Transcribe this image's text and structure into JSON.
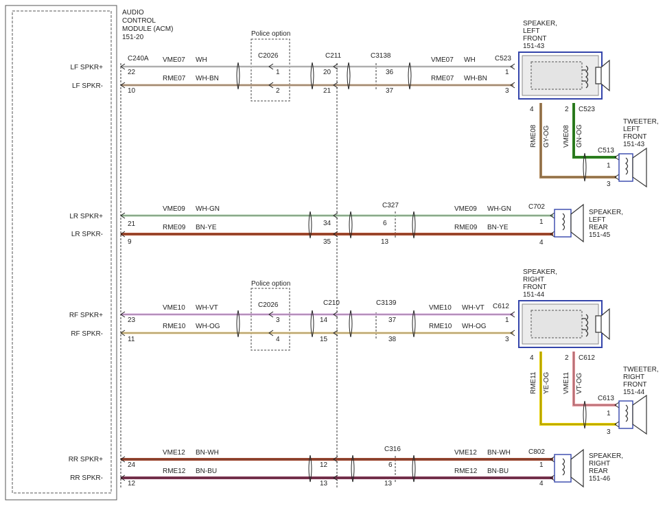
{
  "module": {
    "title_lines": [
      "AUDIO",
      "CONTROL",
      "MODULE (ACM)",
      "151-20"
    ],
    "pins": [
      {
        "label": "LF SPKR+"
      },
      {
        "label": "LF SPKR-"
      },
      {
        "label": "LR SPKR+"
      },
      {
        "label": "LR SPKR-"
      },
      {
        "label": "RF SPKR+"
      },
      {
        "label": "RF SPKR-"
      },
      {
        "label": "RR SPKR+"
      },
      {
        "label": "RR SPKR-"
      }
    ],
    "connector": "C240A",
    "pin_numbers": [
      "22",
      "10",
      "21",
      "9",
      "23",
      "11",
      "24",
      "12"
    ]
  },
  "police": [
    {
      "label": "Police option",
      "connector": "C2026",
      "pins": [
        "1",
        "2"
      ]
    },
    {
      "label": "Police option",
      "connector": "C2026",
      "pins": [
        "3",
        "4"
      ]
    }
  ],
  "connectors": {
    "c211": {
      "name": "C211",
      "pins": [
        "20",
        "21"
      ]
    },
    "c3138": {
      "name": "C3138",
      "pins": [
        "36",
        "37"
      ]
    },
    "c523": {
      "name": "C523",
      "pins": [
        "1",
        "3"
      ]
    },
    "c327": {
      "name": "C327",
      "pins": [
        "6",
        "13"
      ]
    },
    "c702": {
      "name": "C702",
      "pins": [
        "1",
        "4"
      ]
    },
    "c210": {
      "name": "C210",
      "pins": [
        "14",
        "15"
      ]
    },
    "c3139": {
      "name": "C3139",
      "pins": [
        "37",
        "38"
      ]
    },
    "c612": {
      "name": "C612",
      "pins": [
        "1",
        "3"
      ]
    },
    "c316": {
      "name": "C316",
      "pins": [
        "6",
        "13"
      ]
    },
    "c802": {
      "name": "C802",
      "pins": [
        "1",
        "4"
      ]
    },
    "c211b": {
      "pins": [
        "34",
        "35",
        "12",
        "13"
      ]
    },
    "c523b": {
      "name": "C523",
      "pins": [
        "4",
        "2"
      ]
    },
    "c612b": {
      "name": "C612",
      "pins": [
        "4",
        "2"
      ]
    },
    "c513": {
      "name": "C513",
      "pins": [
        "1",
        "3"
      ]
    },
    "c613": {
      "name": "C613",
      "pins": [
        "1",
        "3"
      ]
    }
  },
  "wires": {
    "lf_pos": {
      "circuit": "VME07",
      "color": "WH"
    },
    "lf_neg": {
      "circuit": "RME07",
      "color": "WH-BN"
    },
    "lr_pos": {
      "circuit": "VME09",
      "color": "WH-GN"
    },
    "lr_neg": {
      "circuit": "RME09",
      "color": "BN-YE"
    },
    "rf_pos": {
      "circuit": "VME10",
      "color": "WH-VT"
    },
    "rf_neg": {
      "circuit": "RME10",
      "color": "WH-OG"
    },
    "rr_pos": {
      "circuit": "VME12",
      "color": "BN-WH"
    },
    "rr_neg": {
      "circuit": "RME12",
      "color": "BN-BU"
    },
    "lf_tw_neg": {
      "circuit": "RME08",
      "color": "GY-OG"
    },
    "lf_tw_pos": {
      "circuit": "VME08",
      "color": "GN-OG"
    },
    "rf_tw_neg": {
      "circuit": "RME11",
      "color": "YE-OG"
    },
    "rf_tw_pos": {
      "circuit": "VME11",
      "color": "VT-OG"
    }
  },
  "speakers": {
    "lf": [
      "SPEAKER,",
      "LEFT",
      "FRONT",
      "151-43"
    ],
    "lr": [
      "SPEAKER,",
      "LEFT",
      "REAR",
      "151-45"
    ],
    "rf": [
      "SPEAKER,",
      "RIGHT",
      "FRONT",
      "151-44"
    ],
    "rr": [
      "SPEAKER,",
      "RIGHT",
      "REAR",
      "151-46"
    ],
    "lf_tw": [
      "TWEETER,",
      "LEFT",
      "FRONT",
      "151-43"
    ],
    "rf_tw": [
      "TWEETER,",
      "RIGHT",
      "FRONT",
      "151-44"
    ]
  },
  "colors": {
    "WH": "#d8d8d8",
    "WH-BN": "#c8a888",
    "WH-GN": "#a8d0a8",
    "BN-YE": "#b04a2a",
    "WH-VT": "#e0b0e8",
    "WH-OG": "#e8cc88",
    "BN-WH": "#a04830",
    "BN-BU": "#803050",
    "GY-OG": "#b08858",
    "GN-OG": "#2a8a1a",
    "YE-OG": "#e8d000",
    "VT-OG": "#e89098",
    "frame": "#3344aa",
    "line": "#222222"
  }
}
